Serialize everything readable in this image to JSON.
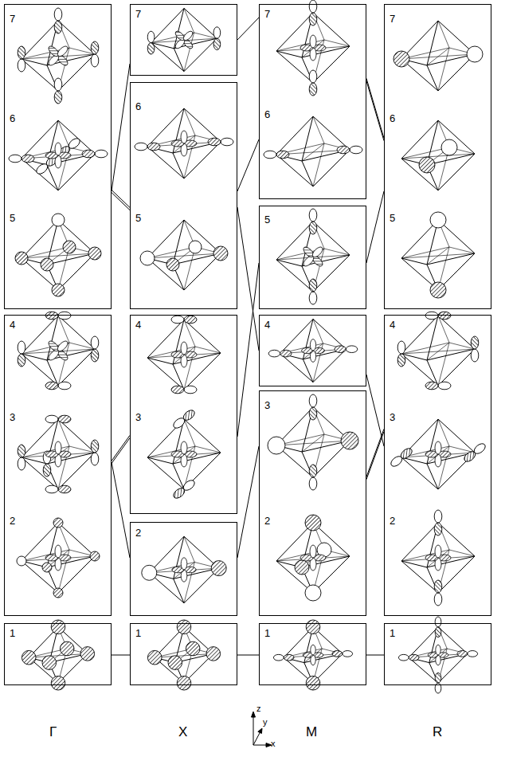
{
  "diagram": {
    "nodes": [
      {
        "text": [
          "7",
          "6",
          "5"
        ]
      },
      {
        "text": [
          "4",
          "3",
          "2"
        ]
      },
      {
        "text": [
          "1"
        ]
      },
      {
        "text": [
          "7"
        ]
      },
      {
        "text": [
          "6",
          "5"
        ]
      },
      {
        "text": [
          "4",
          "3"
        ]
      },
      {
        "text": [
          "2"
        ]
      },
      {
        "text": [
          "1"
        ]
      },
      {
        "text": [
          "7",
          "6"
        ]
      },
      {
        "text": [
          "5"
        ]
      },
      {
        "text": [
          "4"
        ]
      },
      {
        "text": [
          "3",
          "2"
        ]
      },
      {
        "text": [
          "1"
        ]
      },
      {
        "text": [
          "7",
          "6",
          "5"
        ]
      },
      {
        "text": [
          "4",
          "3",
          "2"
        ]
      },
      {
        "text": [
          "1"
        ]
      }
    ],
    "edges": [
      {
        "from": 0,
        "to": 3,
        "arrow": "none"
      },
      {
        "from": 0,
        "to": 4,
        "arrow": "none"
      },
      {
        "from": 1,
        "to": 5,
        "arrow": "none"
      },
      {
        "from": 1,
        "to": 6,
        "arrow": "none"
      },
      {
        "from": 2,
        "to": 7,
        "arrow": "none"
      },
      {
        "from": 3,
        "to": 8,
        "arrow": "none"
      },
      {
        "from": 4,
        "to": 8,
        "arrow": "none"
      },
      {
        "from": 4,
        "to": 10,
        "arrow": "none"
      },
      {
        "from": 5,
        "to": 9,
        "arrow": "none"
      },
      {
        "from": 6,
        "to": 11,
        "arrow": "none"
      },
      {
        "from": 7,
        "to": 12,
        "arrow": "none"
      },
      {
        "from": 8,
        "to": 13,
        "arrow": "none"
      },
      {
        "from": 9,
        "to": 13,
        "arrow": "none"
      },
      {
        "from": 10,
        "to": 14,
        "arrow": "none"
      },
      {
        "from": 11,
        "to": 14,
        "arrow": "none"
      },
      {
        "from": 12,
        "to": 15,
        "arrow": "none"
      }
    ],
    "labels": [
      "Γ",
      "X",
      "M",
      "R",
      "z",
      "y",
      "x"
    ]
  }
}
